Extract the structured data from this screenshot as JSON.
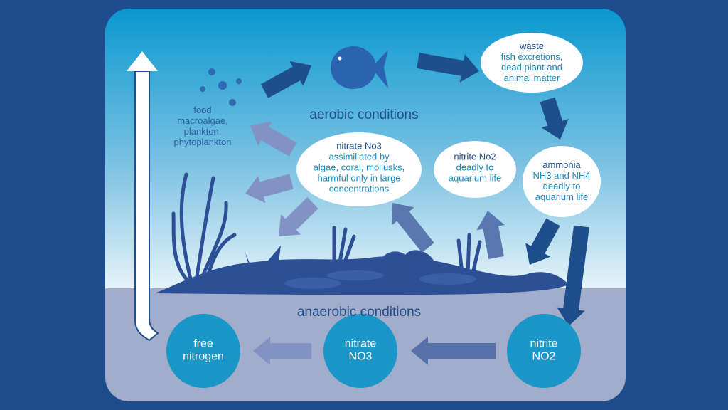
{
  "aerobic_label": "aerobic conditions",
  "anaerobic_label": "anaerobic conditions",
  "food": {
    "title": "food",
    "lines": [
      "macroalgae,",
      "plankton,",
      "phytoplankton"
    ]
  },
  "waste": {
    "title": "waste",
    "lines": [
      "fish excretions,",
      "dead plant and",
      "animal matter"
    ]
  },
  "nitrate_bubble": {
    "title": "nitrate No3",
    "lines": [
      "assimillated by",
      "algae, coral, mollusks,",
      "harmful only in large",
      "concentrations"
    ]
  },
  "nitrite_bubble": {
    "title": "nitrite No2",
    "lines": [
      "deadly to",
      "aquarium life"
    ]
  },
  "ammonia_bubble": {
    "title": "ammonia",
    "lines": [
      "NH3 and NH4",
      "deadly to",
      "aquarium life"
    ]
  },
  "bottom_nodes": [
    {
      "lines": [
        "free",
        "nitrogen"
      ]
    },
    {
      "lines": [
        "nitrate",
        "NO3"
      ]
    },
    {
      "lines": [
        "nitrite",
        "NO2"
      ]
    }
  ],
  "colors": {
    "background": "#1f4c8c",
    "water_top": "#0a98d0",
    "water_bottom": "#e6f3f9",
    "sediment": "#a2accb",
    "dark_arrow": "#1f4e8c",
    "node": "#1a96c8"
  }
}
